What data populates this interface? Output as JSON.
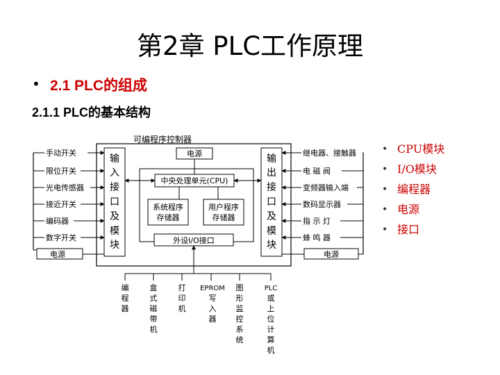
{
  "title": "第2章  PLC工作原理",
  "section": {
    "bullet": "•",
    "title": "2.1  PLC的组成"
  },
  "subsection": "2.1.1 PLC的基本结构",
  "diagram": {
    "frame_label": "可编程序控制器",
    "inputs": [
      "手动开关",
      "限位开关",
      "光电传感器",
      "接近开关",
      "编码器",
      "数字开关"
    ],
    "input_power": "电源",
    "input_module": [
      "输",
      "入",
      "接",
      "口",
      "及",
      "模",
      "块"
    ],
    "power": "电源",
    "cpu": "中央处理单元(CPU)",
    "sys_mem": [
      "系统程序",
      "存储器"
    ],
    "user_mem": [
      "用户程序",
      "存储器"
    ],
    "peripheral_port": "外设I/O接口",
    "output_module": [
      "输",
      "出",
      "接",
      "口",
      "及",
      "模",
      "块"
    ],
    "outputs": [
      "继电器、接触器",
      "电 磁 阀",
      "变频器输入端",
      "数码显示器",
      "指 示 灯",
      "蜂 鸣 器"
    ],
    "output_power": "电源",
    "peripherals": [
      [
        "编",
        "程",
        "器"
      ],
      [
        "盒",
        "式",
        "磁",
        "带",
        "机"
      ],
      [
        "打",
        "印",
        "机"
      ],
      [
        "EPROM",
        "写",
        "入",
        "器"
      ],
      [
        "图",
        "形",
        "监",
        "控",
        "系",
        "统"
      ],
      [
        "PLC",
        "或",
        "上",
        "位",
        "计",
        "算",
        "机"
      ]
    ]
  },
  "features": [
    "CPU模块",
    "I/O模块",
    "编程器",
    "电源",
    "接口"
  ]
}
